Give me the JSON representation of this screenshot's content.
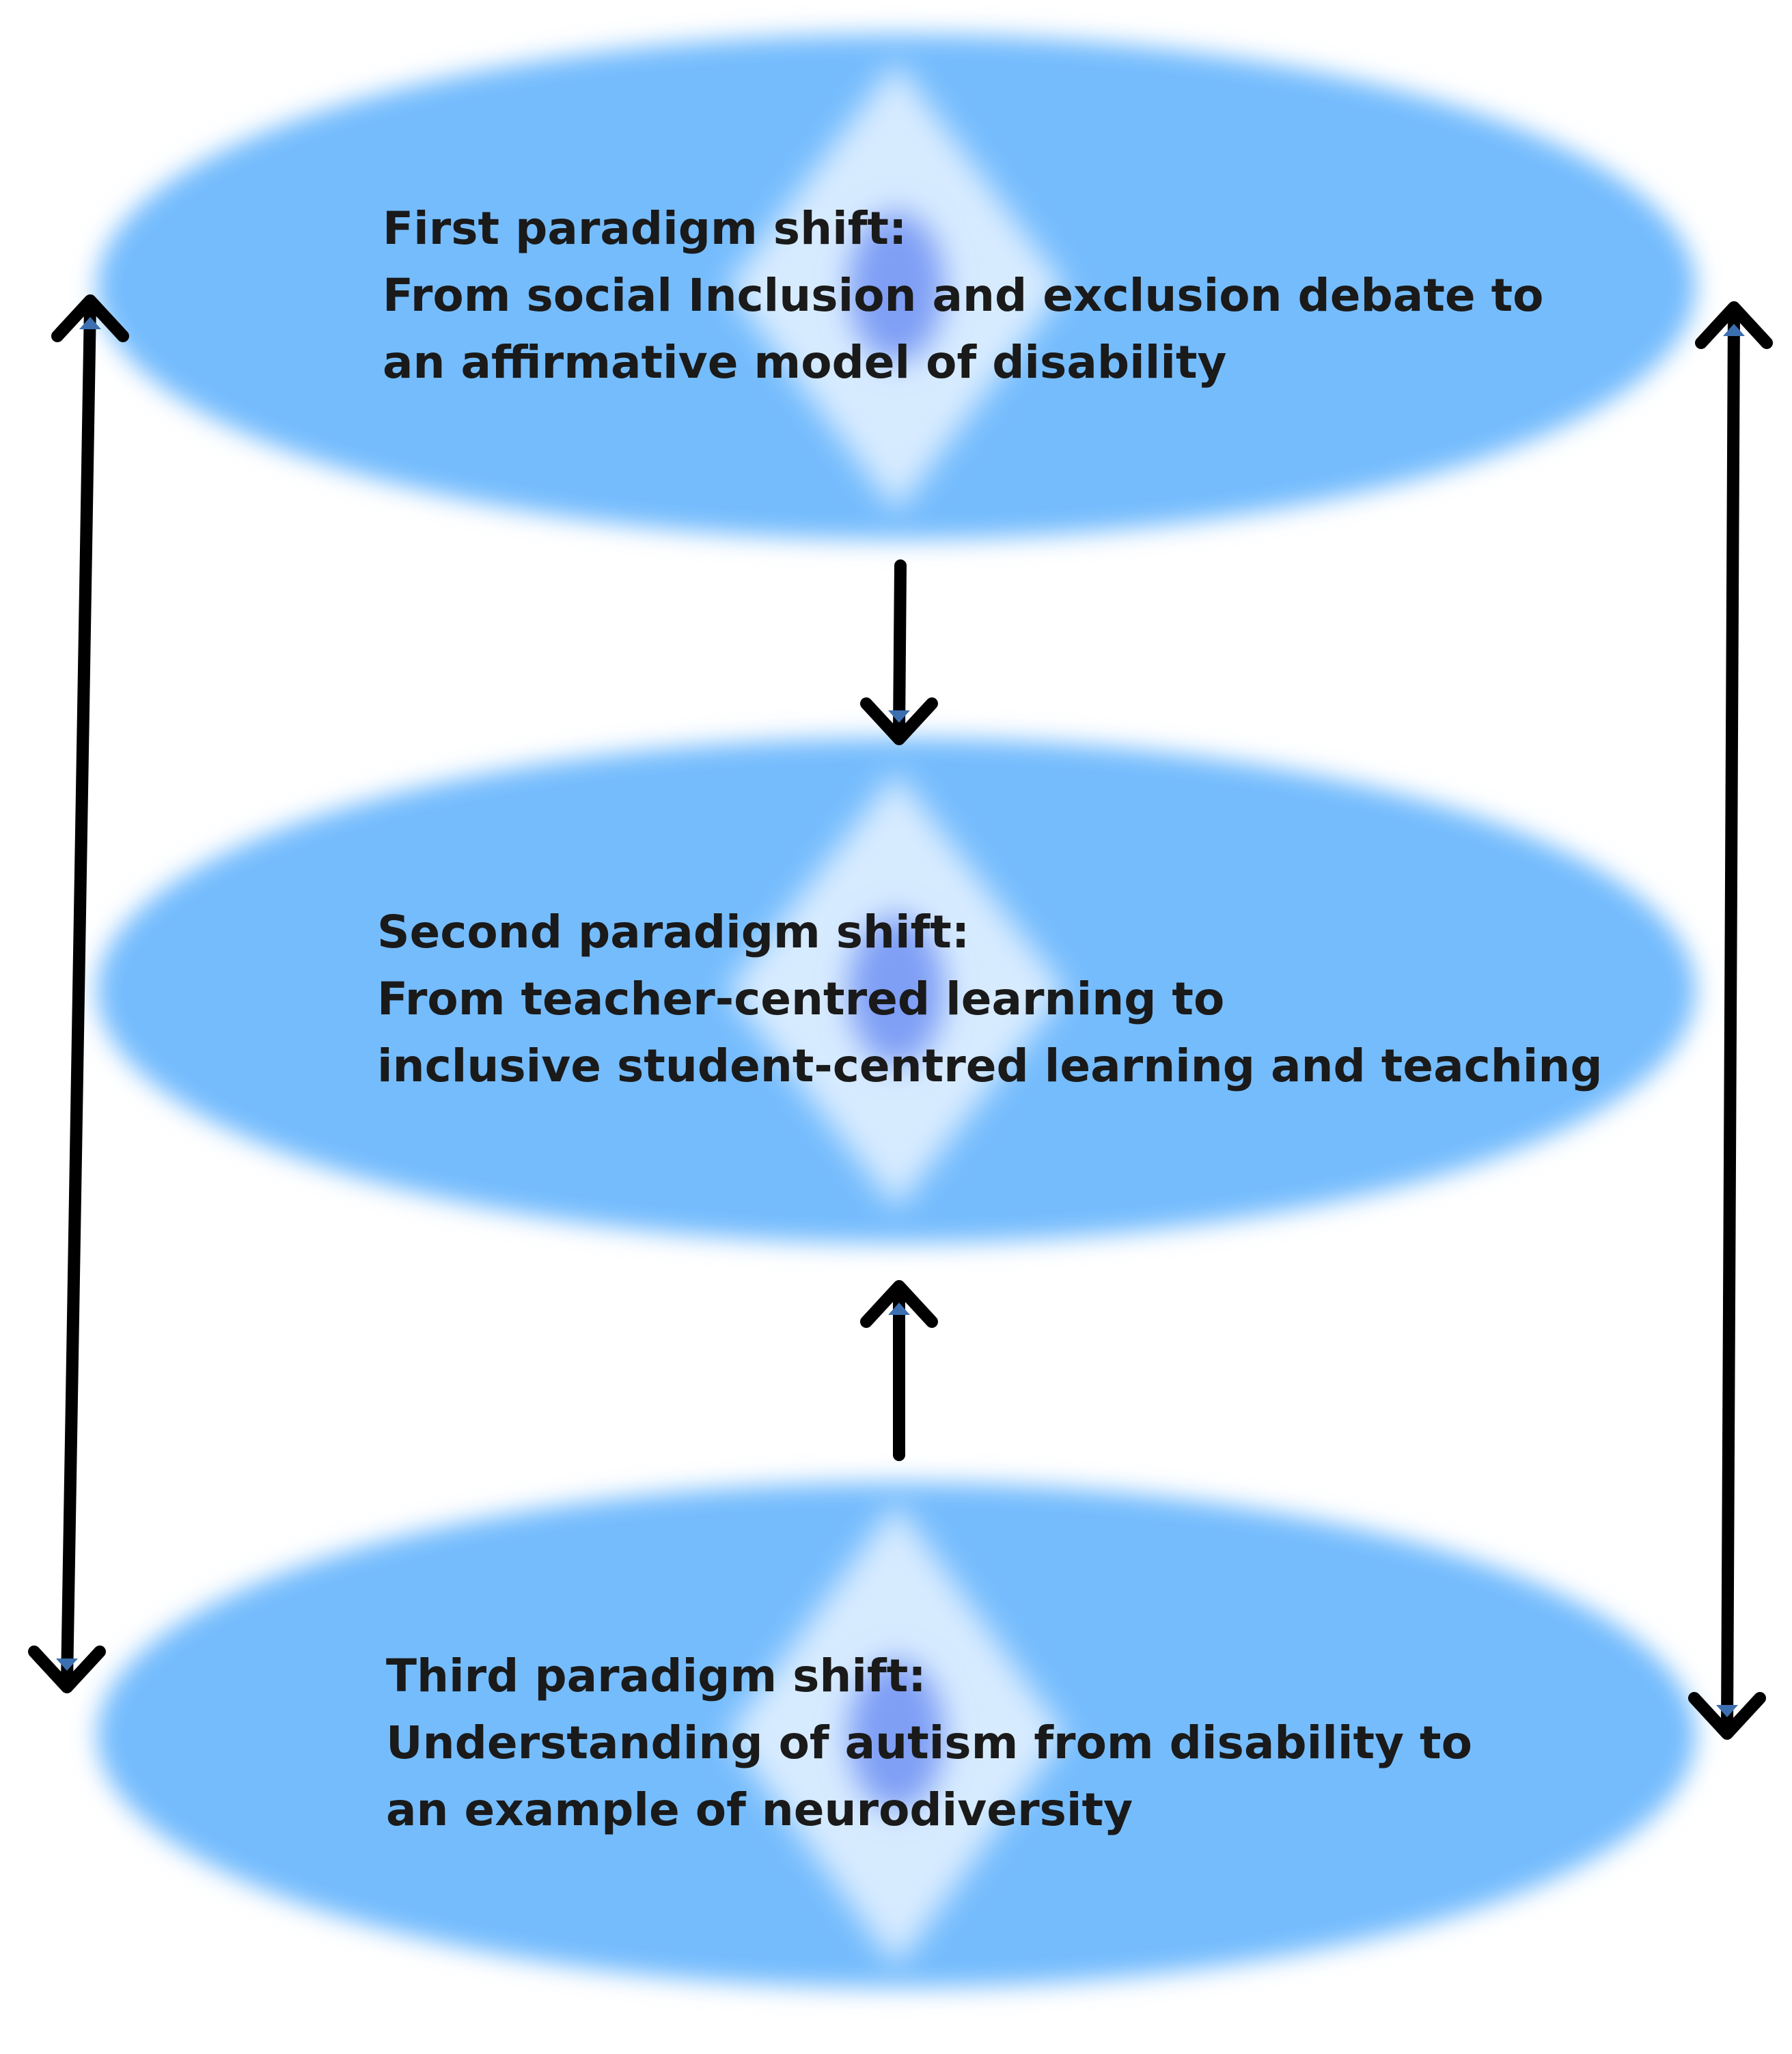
{
  "colors": {
    "ellipse_fill": "#74bcfd",
    "ellipse_center": "#d7ebff",
    "ellipse_core": "#7f9ff5",
    "arrow_stroke": "#000000",
    "arrow_head": "#3b6fb0",
    "background": "#ffffff"
  },
  "shifts": [
    {
      "heading": "First paradigm shift:",
      "line1": "From social Inclusion and exclusion debate to",
      "line2": "an affirmative model of disability"
    },
    {
      "heading": "Second paradigm shift:",
      "line1": "From teacher-centred learning to",
      "line2": "inclusive student-centred learning and teaching"
    },
    {
      "heading": "Third paradigm shift:",
      "line1": "Understanding of autism from disability to",
      "line2": "an example of neurodiversity"
    }
  ],
  "arrows": [
    {
      "name": "first-to-second-arrow",
      "direction": "down"
    },
    {
      "name": "third-to-second-arrow",
      "direction": "up"
    },
    {
      "name": "left-double-arrow",
      "direction": "both"
    },
    {
      "name": "right-double-arrow",
      "direction": "both"
    }
  ]
}
